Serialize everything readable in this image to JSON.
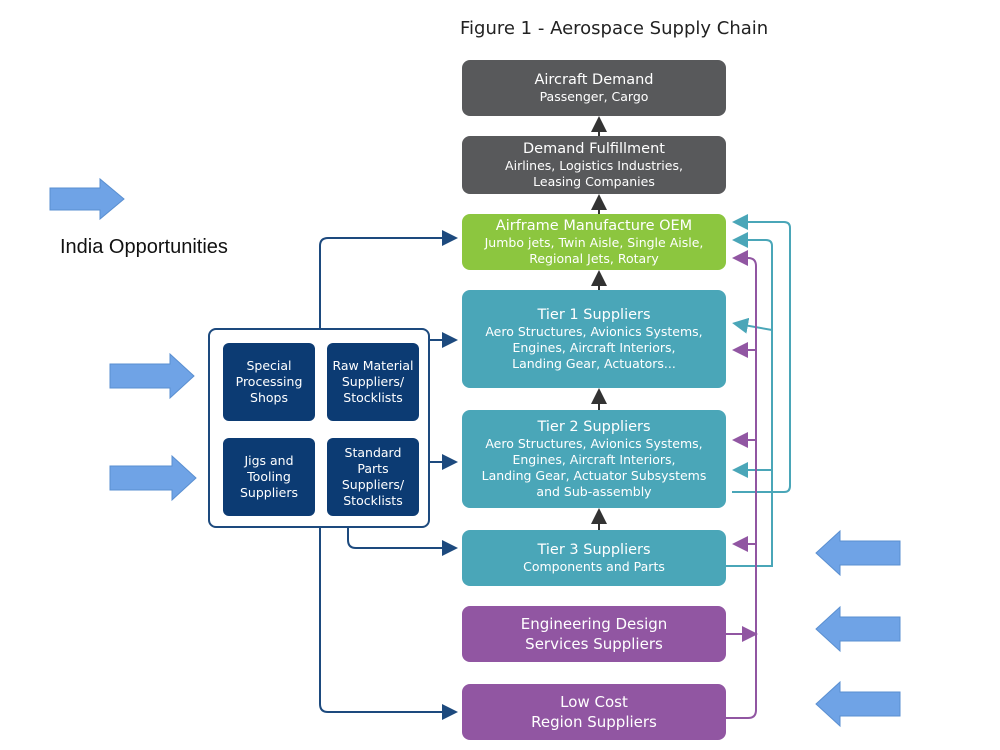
{
  "title": "Figure 1 - Aerospace Supply Chain",
  "india_label": "India Opportunities",
  "boxes": {
    "aircraft_demand": {
      "title": "Aircraft Demand",
      "sub": "Passenger, Cargo"
    },
    "demand_fulfillment": {
      "title": "Demand Fulfillment",
      "sub": "Airlines, Logistics Industries,\nLeasing Companies"
    },
    "airframe_oem": {
      "title": "Airframe Manufacture OEM",
      "sub": "Jumbo jets, Twin Aisle, Single Aisle,\nRegional Jets, Rotary"
    },
    "tier1": {
      "title": "Tier 1 Suppliers",
      "sub": "Aero Structures, Avionics Systems,\nEngines, Aircraft Interiors,\nLanding Gear, Actuators..."
    },
    "tier2": {
      "title": "Tier 2 Suppliers",
      "sub": "Aero Structures, Avionics Systems,\nEngines, Aircraft Interiors,\nLanding Gear, Actuator Subsystems\nand Sub-assembly"
    },
    "tier3": {
      "title": "Tier 3 Suppliers",
      "sub": "Components and Parts"
    },
    "engineering": {
      "title": "Engineering Design\nServices Suppliers"
    },
    "low_cost": {
      "title": "Low Cost\nRegion Suppliers"
    }
  },
  "group_items": {
    "special": "Special\nProcessing\nShops",
    "raw": "Raw Material\nSuppliers/\nStocklists",
    "jigs": "Jigs and\nTooling\nSuppliers",
    "standard": "Standard\nParts\nSuppliers/\nStocklists"
  },
  "colors": {
    "gray": "#58595b",
    "green": "#8cc63f",
    "teal": "#4aa6b8",
    "purple": "#9156a2",
    "navy": "#0c3b73",
    "arrow_blue": "#6fa3e6"
  }
}
